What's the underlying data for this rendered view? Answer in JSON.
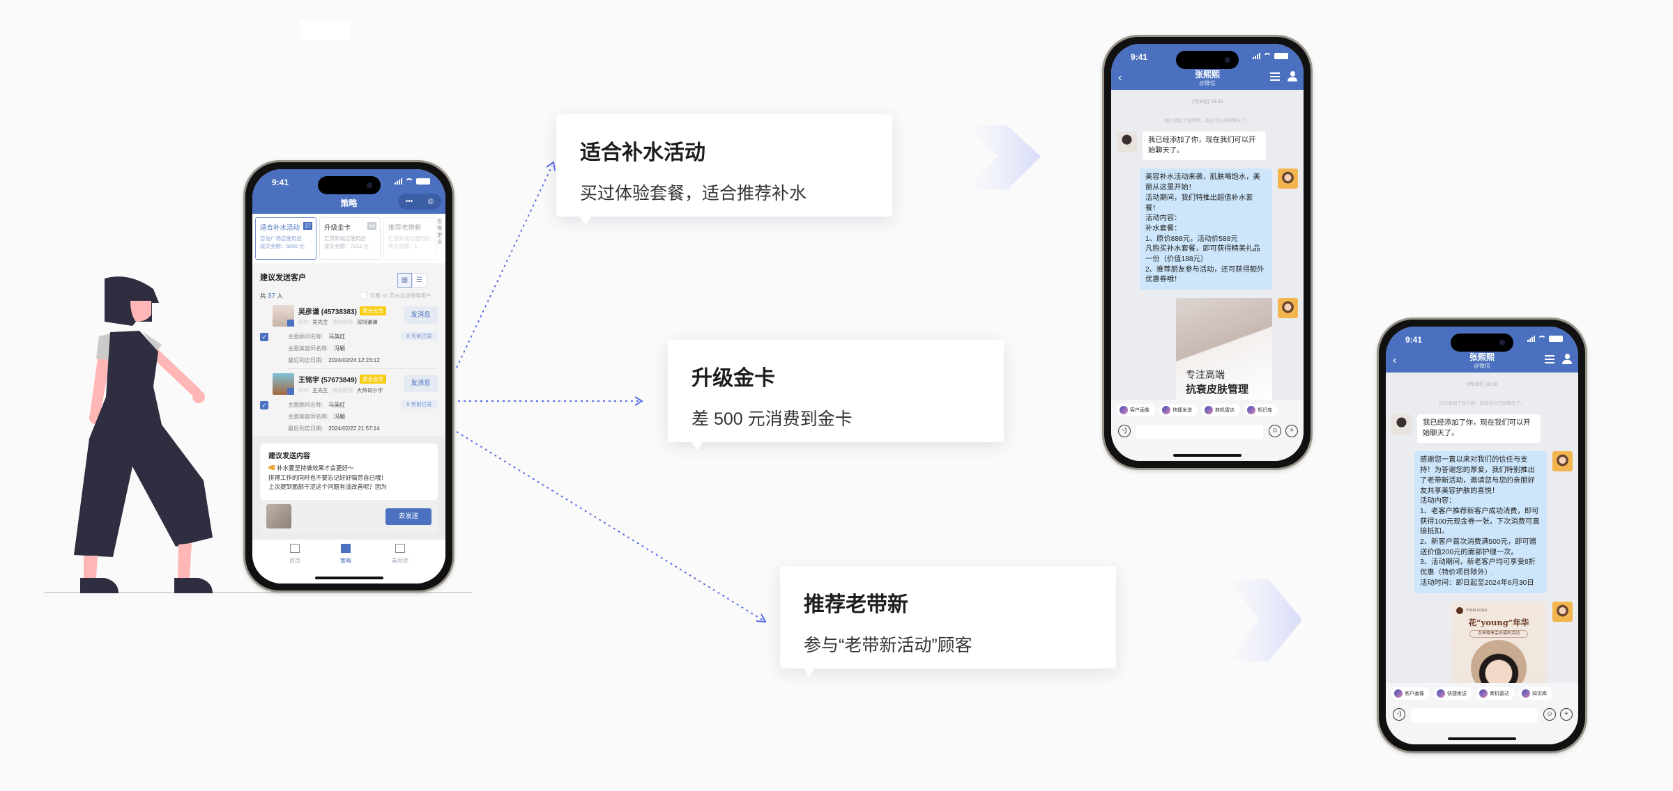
{
  "left_phone": {
    "status_time": "9:41",
    "title": "策略",
    "capsule_more": "•••",
    "capsule_close": "◎",
    "strategy_cards": [
      {
        "title": "适合补水活动",
        "count": "37",
        "line1": "百信广场店使用后",
        "line2": "成交金额：6656 元",
        "active": true
      },
      {
        "title": "升级金卡",
        "count": "64",
        "line1": "汇景新城店使用后",
        "line2": "成交金额：7213 元",
        "active": false
      },
      {
        "title": "推荐老带新",
        "count": "",
        "line1": "汇景新城店使用后",
        "line2": "成交金额：1",
        "active": false
      }
    ],
    "see_more": "查看更多",
    "section_title": "建议发送客户",
    "total_prefix": "共",
    "total_count": "37",
    "total_suffix": "人",
    "filter_label": "仅看 30 天未发送策略用户",
    "customers": [
      {
        "name": "吴彦谦 (45738383)",
        "badge": "黄金会员",
        "call_label": "称呼:",
        "call_value": "吴先生",
        "wechat_label": "微信昵称:",
        "wechat_value": "深圳谦谦",
        "action": "发消息",
        "advisor_label": "主跟顾问名称:",
        "advisor": "马英红",
        "beautician_label": "主跟美容师名称:",
        "beautician": "冯颖",
        "last_visit_label": "最后到店日期:",
        "last_visit": "2024/02/24 12:23:12",
        "sent_status": "8 天前已发",
        "checked": true
      },
      {
        "name": "王铭宇 (57673849)",
        "badge": "黄金会员",
        "call_label": "称呼:",
        "call_value": "王先生",
        "wechat_label": "微信昵称:",
        "wechat_value": "大帅哥小宇",
        "action": "发消息",
        "advisor_label": "主跟顾问名称:",
        "advisor": "马英红",
        "beautician_label": "主跟美容师名称:",
        "beautician": "冯颖",
        "last_visit_label": "最后到店日期:",
        "last_visit": "2024/02/22 21:57:14",
        "sent_status": "8 天前已发",
        "checked": true
      }
    ],
    "content": {
      "title": "建议发送内容",
      "lines": [
        "补水要坚持做效果才会更好～",
        "拼搏工作的同时也不要忘记好好犒劳自已哦！",
        "上次提到面部干涩这个问题有没改善呢？因为"
      ],
      "send_button": "去发送"
    },
    "tabs": [
      {
        "label": "首页",
        "icon": "home-icon",
        "active": false
      },
      {
        "label": "策略",
        "icon": "strategy-icon",
        "active": true
      },
      {
        "label": "素材库",
        "icon": "library-icon",
        "active": false
      }
    ]
  },
  "callouts": [
    {
      "title": "适合补水活动",
      "subtitle": "买过体验套餐，适合推荐补水"
    },
    {
      "title": "升级金卡",
      "subtitle": "差 500 元消费到金卡"
    },
    {
      "title": "推荐老带新",
      "subtitle": "参与“老带新活动”顾客"
    }
  ],
  "chat_phones": [
    {
      "status_time": "9:41",
      "contact_name": "张熙熙",
      "contact_source": "@微信",
      "date": "2月18日 18:32",
      "system_msg": "你已添加了张熙熙，现在可以开始聊天了。",
      "received_msg": "我已经添加了你，现在我们可以开始聊天了。",
      "sent_msg": "美容补水活动来袭，肌肤喝饱水，美丽从这里开始！\n活动期间，我们特推出超值补水套餐！\n活动内容：\n补水套餐：\n1、原价888元，活动价588元\n凡购买补水套餐，即可获得精美礼品一份（价值188元）\n2、推荐朋友参与活动，还可获得额外优惠券哦！",
      "image_text_1": "专注高端",
      "image_text_2": "抗衰皮肤管理",
      "chips": [
        "客户画像",
        "快捷发送",
        "商机雷达",
        "知识库"
      ]
    },
    {
      "status_time": "9:41",
      "contact_name": "张熙熙",
      "contact_source": "@微信",
      "date": "2月18日 18:32",
      "system_msg": "你已添加了张小姐，现在可以开始聊天了。",
      "received_msg": "我已经添加了你，现在我们可以开始聊天了。",
      "sent_msg": "感谢您一直以来对我们的信任与支持！为答谢您的厚爱，我们特别推出了老带新活动，邀请您与您的亲朋好友共享美容护肤的喜悦！\n活动内容：\n1、老客户推荐新客户成功消费，即可获得100元现金券一张，下次消费可直接抵扣。\n2、新客户首次消费满500元，即可赠送价值200元的面部护理一次。\n3、活动期间，新老客户均可享受8折优惠（特价项目除外）.\n活动时间：即日起至2024年6月30日",
      "image_logo": "YOUR LOGO",
      "image_title": "花“young”年华",
      "image_subtitle": "女神尊享会员福利活动",
      "chips": [
        "客户画像",
        "快捷发送",
        "商机雷达",
        "知识库"
      ]
    }
  ],
  "colors": {
    "brand_blue": "#4a70bf",
    "arrow": "#5a6ee6",
    "gold_badge": "#f7cd12",
    "bubble_sent": "#cde6fb"
  }
}
